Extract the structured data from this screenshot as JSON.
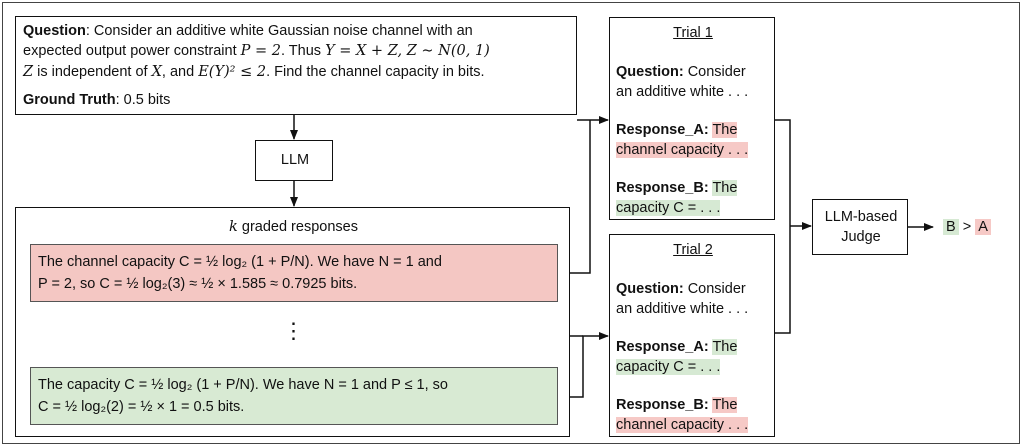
{
  "question_box": {
    "line1_label": "Question",
    "line1_text": ": Consider an additive white Gaussian noise channel with an",
    "line2_text": "expected output power constraint",
    "line2_math": "P = 2",
    "line2_text2": ". Thus",
    "line2_math2": "Y = X + Z, Z ∼ N(0, 1)",
    "line3_math1": "Z",
    "line3_text1": "is independent of",
    "line3_math2": "X",
    "line3_text2": ", and",
    "line3_math3": "E(Y)² ≤ 2",
    "line3_text3": ". Find the channel capacity in bits.",
    "ground_truth_label": "Ground Truth",
    "ground_truth_value": ": 0.5 bits"
  },
  "llm_box": {
    "label": "LLM"
  },
  "responses_box": {
    "title_math": "k",
    "title_text": "graded responses",
    "response_red": {
      "line1": "The channel capacity C = ½ log₂ (1 + P/N). We have N = 1 and",
      "line2": "P = 2, so C = ½ log₂(3) ≈ ½ × 1.585 ≈ 0.7925 bits."
    },
    "ellipsis": "⋮",
    "response_green": {
      "line1": "The capacity C = ½ log₂ (1 + P/N). We have N = 1 and P ≤ 1, so",
      "line2": "C = ½ log₂(2) = ½ × 1 = 0.5 bits."
    }
  },
  "trial1": {
    "title": "Trial 1",
    "q_label": "Question:",
    "q_text1": " Consider",
    "q_text2": "an additive white . . .",
    "ra_label": "Response_A:",
    "ra_text1": "The",
    "ra_text2": "channel capacity . . .",
    "rb_label": "Response_B:",
    "rb_text1": "The",
    "rb_text2": "capacity C = . . ."
  },
  "trial2": {
    "title": "Trial 2",
    "q_label": "Question:",
    "q_text1": " Consider",
    "q_text2": "an additive white . . .",
    "ra_label": "Response_A:",
    "ra_text1": "The",
    "ra_text2": "capacity C = . . .",
    "rb_label": "Response_B:",
    "rb_text1": "The",
    "rb_text2": "channel capacity . . ."
  },
  "judge_box": {
    "line1": "LLM-based",
    "line2": "Judge"
  },
  "verdict": {
    "b": "B",
    "gt": ">",
    "a": "A"
  },
  "colors": {
    "red_highlight": "#f6c9c6",
    "green_highlight": "#d6e9d3",
    "red_box": "#f4c7c3",
    "green_box": "#d8ead3"
  }
}
